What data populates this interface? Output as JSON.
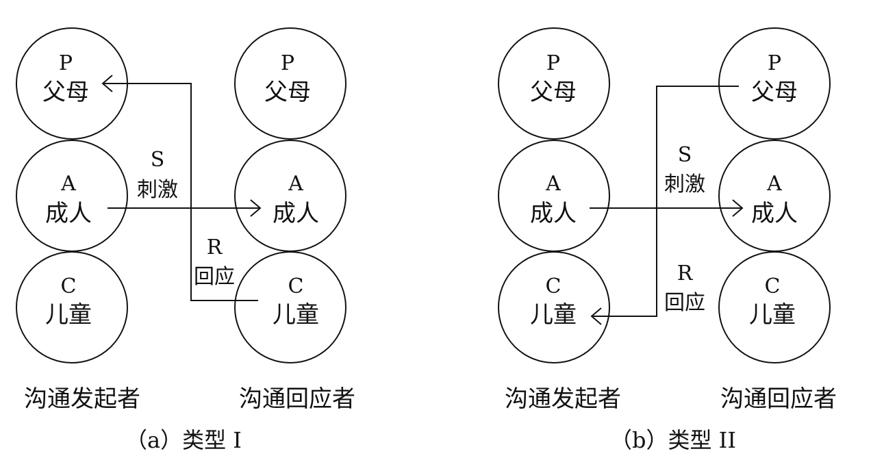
{
  "panels": [
    {
      "subcaption": "（a）类型 I",
      "sender_caption": "沟通发起者",
      "receiver_caption": "沟通回应者",
      "sender_states": [
        {
          "letter": "P",
          "label": "父母"
        },
        {
          "letter": "A",
          "label": "成人"
        },
        {
          "letter": "C",
          "label": "儿童"
        }
      ],
      "receiver_states": [
        {
          "letter": "P",
          "label": "父母"
        },
        {
          "letter": "A",
          "label": "成人"
        },
        {
          "letter": "C",
          "label": "儿童"
        }
      ],
      "stimulus": {
        "letter": "S",
        "label": "刺激"
      },
      "response": {
        "letter": "R",
        "label": "回应"
      }
    },
    {
      "subcaption": "（b）类型 II",
      "sender_caption": "沟通发起者",
      "receiver_caption": "沟通回应者",
      "sender_states": [
        {
          "letter": "P",
          "label": "父母"
        },
        {
          "letter": "A",
          "label": "成人"
        },
        {
          "letter": "C",
          "label": "儿童"
        }
      ],
      "receiver_states": [
        {
          "letter": "P",
          "label": "父母"
        },
        {
          "letter": "A",
          "label": "成人"
        },
        {
          "letter": "C",
          "label": "儿童"
        }
      ],
      "stimulus": {
        "letter": "S",
        "label": "刺激"
      },
      "response": {
        "letter": "R",
        "label": "回应"
      }
    }
  ]
}
